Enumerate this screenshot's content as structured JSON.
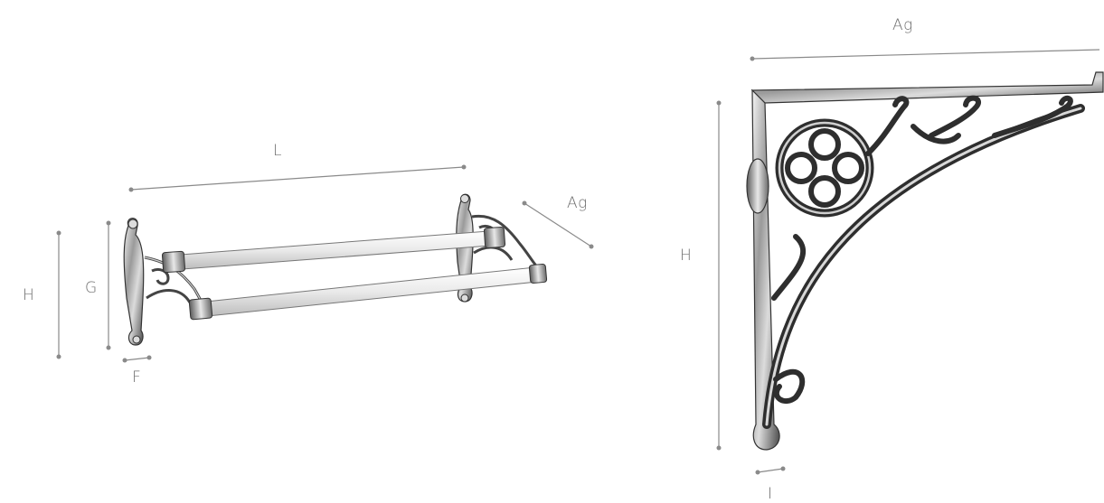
{
  "left_figure": {
    "name": "double towel rail",
    "dims": {
      "L": "L",
      "Ag": "Ag",
      "H": "H",
      "G": "G",
      "F": "F"
    }
  },
  "right_figure": {
    "name": "shelf bracket",
    "dims": {
      "Ag": "Ag",
      "H": "H",
      "I": "I"
    }
  }
}
